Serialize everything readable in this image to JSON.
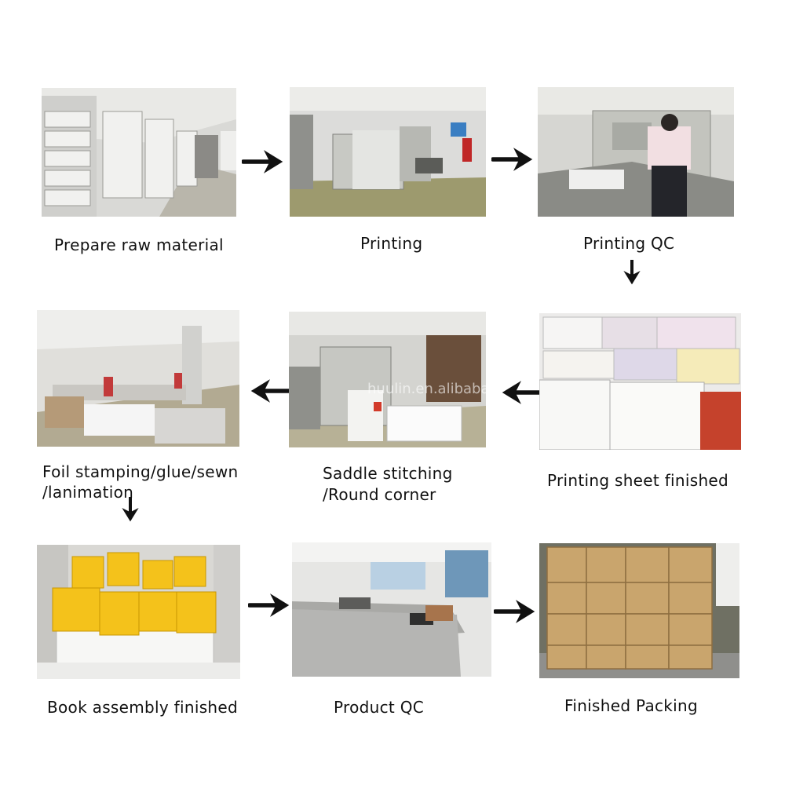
{
  "steps": [
    {
      "label": "Prepare raw material",
      "photo": "paper-warehouse"
    },
    {
      "label": "Printing",
      "photo": "printing-press-hall"
    },
    {
      "label": "Printing QC",
      "photo": "operator-at-cutting-machine"
    },
    {
      "label": "Printing sheet finished",
      "photo": "printed-sheet-stacks"
    },
    {
      "label": "Saddle stitching\n/Round corner",
      "label_lines": [
        "Saddle stitching",
        "/Round corner"
      ],
      "photo": "stitching-machine",
      "watermark": "huulin.en.alibaba.com"
    },
    {
      "label": "Foil stamping/glue/sewn\n/lanimation",
      "label_lines": [
        "Foil stamping/glue/sewn",
        "/lanimation"
      ],
      "photo": "workshop-floor-workers"
    },
    {
      "label": "Book assembly finished",
      "photo": "stacked-yellow-books"
    },
    {
      "label": "Product QC",
      "photo": "inspection-table"
    },
    {
      "label": "Finished Packing",
      "photo": "carton-pallet"
    }
  ],
  "arrows": [
    {
      "from": "Prepare raw material",
      "to": "Printing",
      "direction": "right"
    },
    {
      "from": "Printing",
      "to": "Printing QC",
      "direction": "right"
    },
    {
      "from": "Printing QC",
      "to": "Printing sheet finished",
      "direction": "down"
    },
    {
      "from": "Printing sheet finished",
      "to": "Saddle stitching",
      "direction": "left"
    },
    {
      "from": "Saddle stitching",
      "to": "Foil stamping",
      "direction": "left"
    },
    {
      "from": "Foil stamping",
      "to": "Book assembly finished",
      "direction": "down"
    },
    {
      "from": "Book assembly finished",
      "to": "Product QC",
      "direction": "right"
    },
    {
      "from": "Product QC",
      "to": "Finished Packing",
      "direction": "right"
    }
  ],
  "colors": {
    "arrow": "#111111",
    "text": "#111111",
    "background": "#ffffff"
  }
}
